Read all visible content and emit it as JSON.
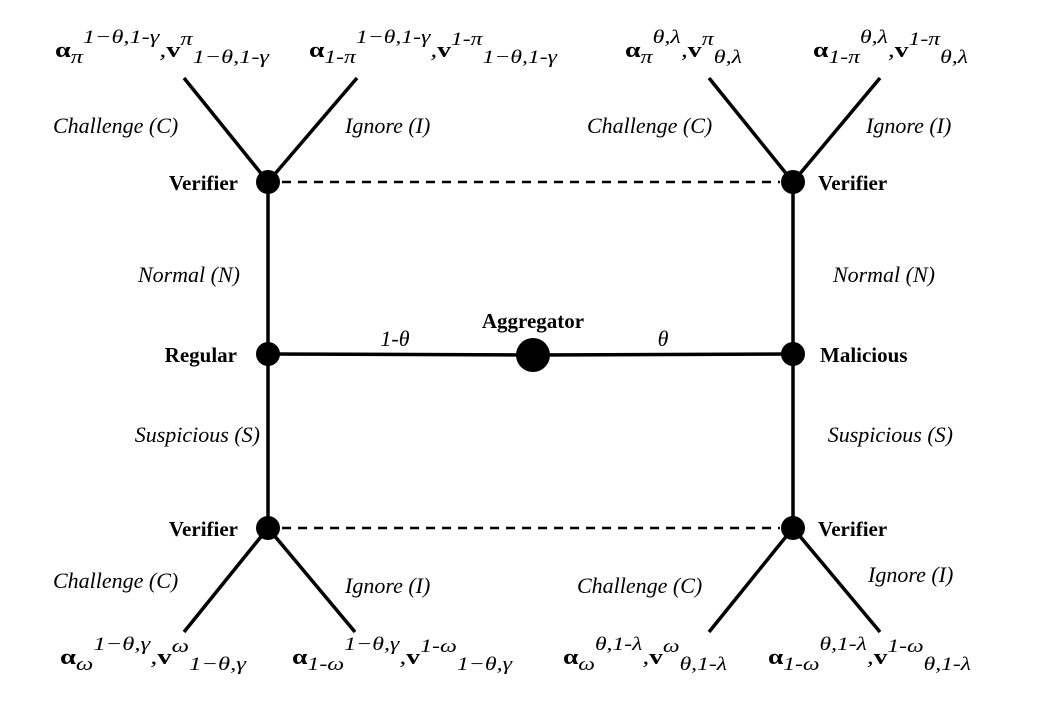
{
  "nodes": {
    "aggregator": "Aggregator",
    "regular": "Regular",
    "malicious": "Malicious",
    "verifier": "Verifier"
  },
  "edges": {
    "prob_regular": "1-θ",
    "prob_malicious": "θ",
    "normal": "Normal (N)",
    "suspicious": "Suspicious (S)",
    "challenge": "Challenge (C)",
    "ignore": "Ignore (I)"
  },
  "payoffs": {
    "top_left_challenge": {
      "a": "α",
      "a_sub": "π",
      "a_sup": "1−θ,1-γ",
      "v": "v",
      "v_sup": "π",
      "v_sub": "1−θ,1-γ"
    },
    "top_left_ignore": {
      "a": "α",
      "a_sub": "1-π",
      "a_sup": "1−θ,1-γ",
      "v": "v",
      "v_sup": "1-π",
      "v_sub": "1−θ,1-γ"
    },
    "top_right_challenge": {
      "a": "α",
      "a_sub": "π",
      "a_sup": "θ,λ",
      "v": "v",
      "v_sup": "π",
      "v_sub": "θ,λ"
    },
    "top_right_ignore": {
      "a": "α",
      "a_sub": "1-π",
      "a_sup": "θ,λ",
      "v": "v",
      "v_sup": "1-π",
      "v_sub": "θ,λ"
    },
    "bottom_left_challenge": {
      "a": "α",
      "a_sub": "ω",
      "a_sup": "1−θ,γ",
      "v": "v",
      "v_sup": "ω",
      "v_sub": "1−θ,γ"
    },
    "bottom_left_ignore": {
      "a": "α",
      "a_sub": "1-ω",
      "a_sup": "1−θ,γ",
      "v": "v",
      "v_sup": "1-ω",
      "v_sub": "1−θ,γ"
    },
    "bottom_right_challenge": {
      "a": "α",
      "a_sub": "ω",
      "a_sup": "θ,1-λ",
      "v": "v",
      "v_sup": "ω",
      "v_sub": "θ,1-λ"
    },
    "bottom_right_ignore": {
      "a": "α",
      "a_sub": "1-ω",
      "a_sup": "θ,1-λ",
      "v": "v",
      "v_sup": "1-ω",
      "v_sub": "θ,1-λ"
    }
  }
}
